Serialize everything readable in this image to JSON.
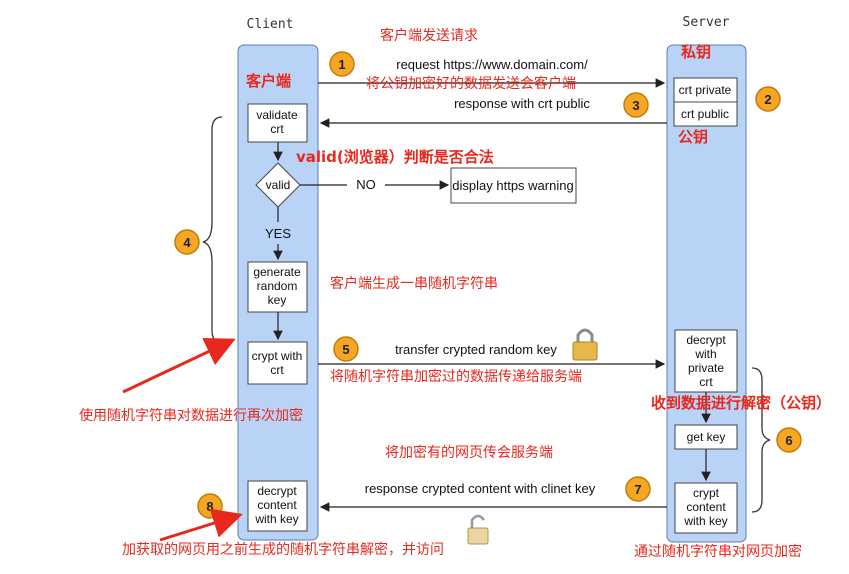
{
  "client_header": "Client",
  "server_header": "Server",
  "client_boxes": {
    "validate": [
      "validate",
      "crt"
    ],
    "valid": "valid",
    "generate": [
      "generate",
      "random",
      "key"
    ],
    "crypt": [
      "crypt with",
      "crt"
    ],
    "decrypt": [
      "decrypt",
      "content",
      "with key"
    ]
  },
  "server_boxes": {
    "private": "crt private",
    "public": "crt public",
    "decrypt": [
      "decrypt",
      "with",
      "private",
      "crt"
    ],
    "getkey": "get key",
    "crypt": [
      "crypt",
      "content",
      "with key"
    ]
  },
  "warning_box": "display https warning",
  "edge_labels": {
    "no": "NO",
    "yes": "YES",
    "request": "request https://www.domain.com/",
    "response_crt": "response with crt public",
    "transfer": "transfer crypted random key",
    "response_content": "response crypted content with clinet key"
  },
  "steps": [
    "1",
    "2",
    "3",
    "4",
    "5",
    "6",
    "7",
    "8"
  ],
  "annotations": {
    "a1": "客户端发送请求",
    "a2": "客户端",
    "a3": "私钥",
    "a4": "将公钥加密好的数据发送会客户端",
    "a5": "公钥",
    "a6": "valid(浏览器）判断是否合法",
    "a7": "客户端生成一串随机字符串",
    "a8": "将随机字符串加密过的数据传递给服务端",
    "a9": "使用随机字符串对数据进行再次加密",
    "a10": "收到数据进行解密（公钥）",
    "a11": "将加密有的网页传会服务端",
    "a12": "加获取的网页用之前生成的随机字符串解密，并访问",
    "a13": "通过随机字符串对网页加密"
  },
  "colors": {
    "lane_fill": "#b9d3f7",
    "annotation_red": "#e8281d",
    "step_orange": "#f5a623"
  }
}
